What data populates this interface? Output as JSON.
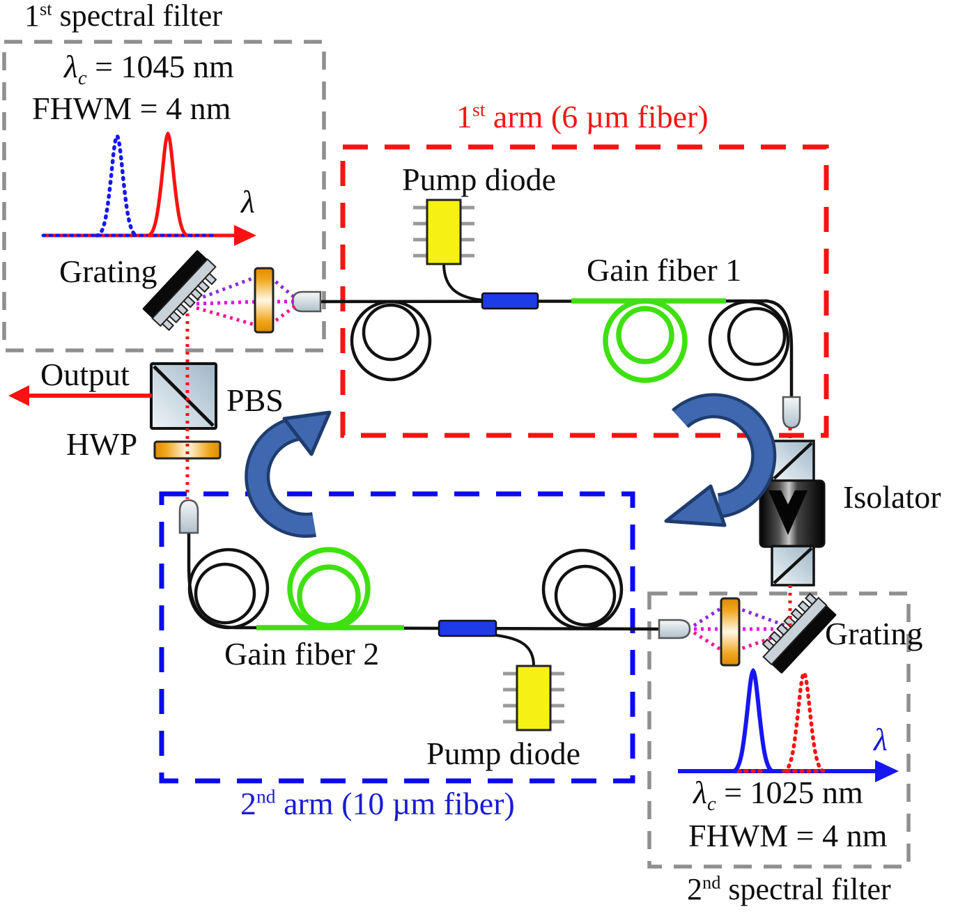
{
  "filter1": {
    "title": {
      "num": "1",
      "sup": "st",
      "rest": " spectral filter"
    },
    "center_wavelength": {
      "sym": "λ",
      "sub": "c",
      "value": " = 1045 nm"
    },
    "fwhm": "FHWM = 4 nm",
    "axis_label": "λ",
    "grating_label": "Grating",
    "peaks": [
      {
        "color": "#1616f2",
        "style": "dotted"
      },
      {
        "color": "#f81212",
        "style": "solid"
      }
    ]
  },
  "filter2": {
    "title": {
      "num": "2",
      "sup": "nd",
      "rest": " spectral filter"
    },
    "center_wavelength": {
      "sym": "λ",
      "sub": "c",
      "value": " = 1025 nm"
    },
    "fwhm": "FHWM = 4 nm",
    "axis_label": "λ",
    "grating_label": "Grating",
    "peaks": [
      {
        "color": "#1616f2",
        "style": "solid"
      },
      {
        "color": "#f81212",
        "style": "dotted"
      }
    ]
  },
  "arm1": {
    "title": {
      "num": "1",
      "sup": "st",
      "rest": " arm (6 µm fiber)"
    },
    "pump_label": "Pump diode",
    "gain_label": "Gain fiber 1",
    "border_color": "#f81212"
  },
  "arm2": {
    "title": {
      "num": "2",
      "sup": "nd",
      "rest": " arm (10 µm fiber)"
    },
    "pump_label": "Pump diode",
    "gain_label": "Gain fiber 2",
    "border_color": "#0a0af0"
  },
  "labels": {
    "output": "Output",
    "pbs": "PBS",
    "hwp": "HWP",
    "isolator": "Isolator"
  },
  "colors": {
    "gain_fiber_green": "#3fe00f",
    "pump_diode_yellow": "#f7f015",
    "coupler_blue": "#1e3be8",
    "beam_red": "#f81212",
    "ray_magenta": "#e800e8",
    "ray_purple": "#8a2be2",
    "ray_pink": "#ff1493",
    "circulation_arrow_fill": "#4068b0",
    "circulation_arrow_outline": "#1e3c6e",
    "filter_box_gray": "#8f8f8f"
  }
}
